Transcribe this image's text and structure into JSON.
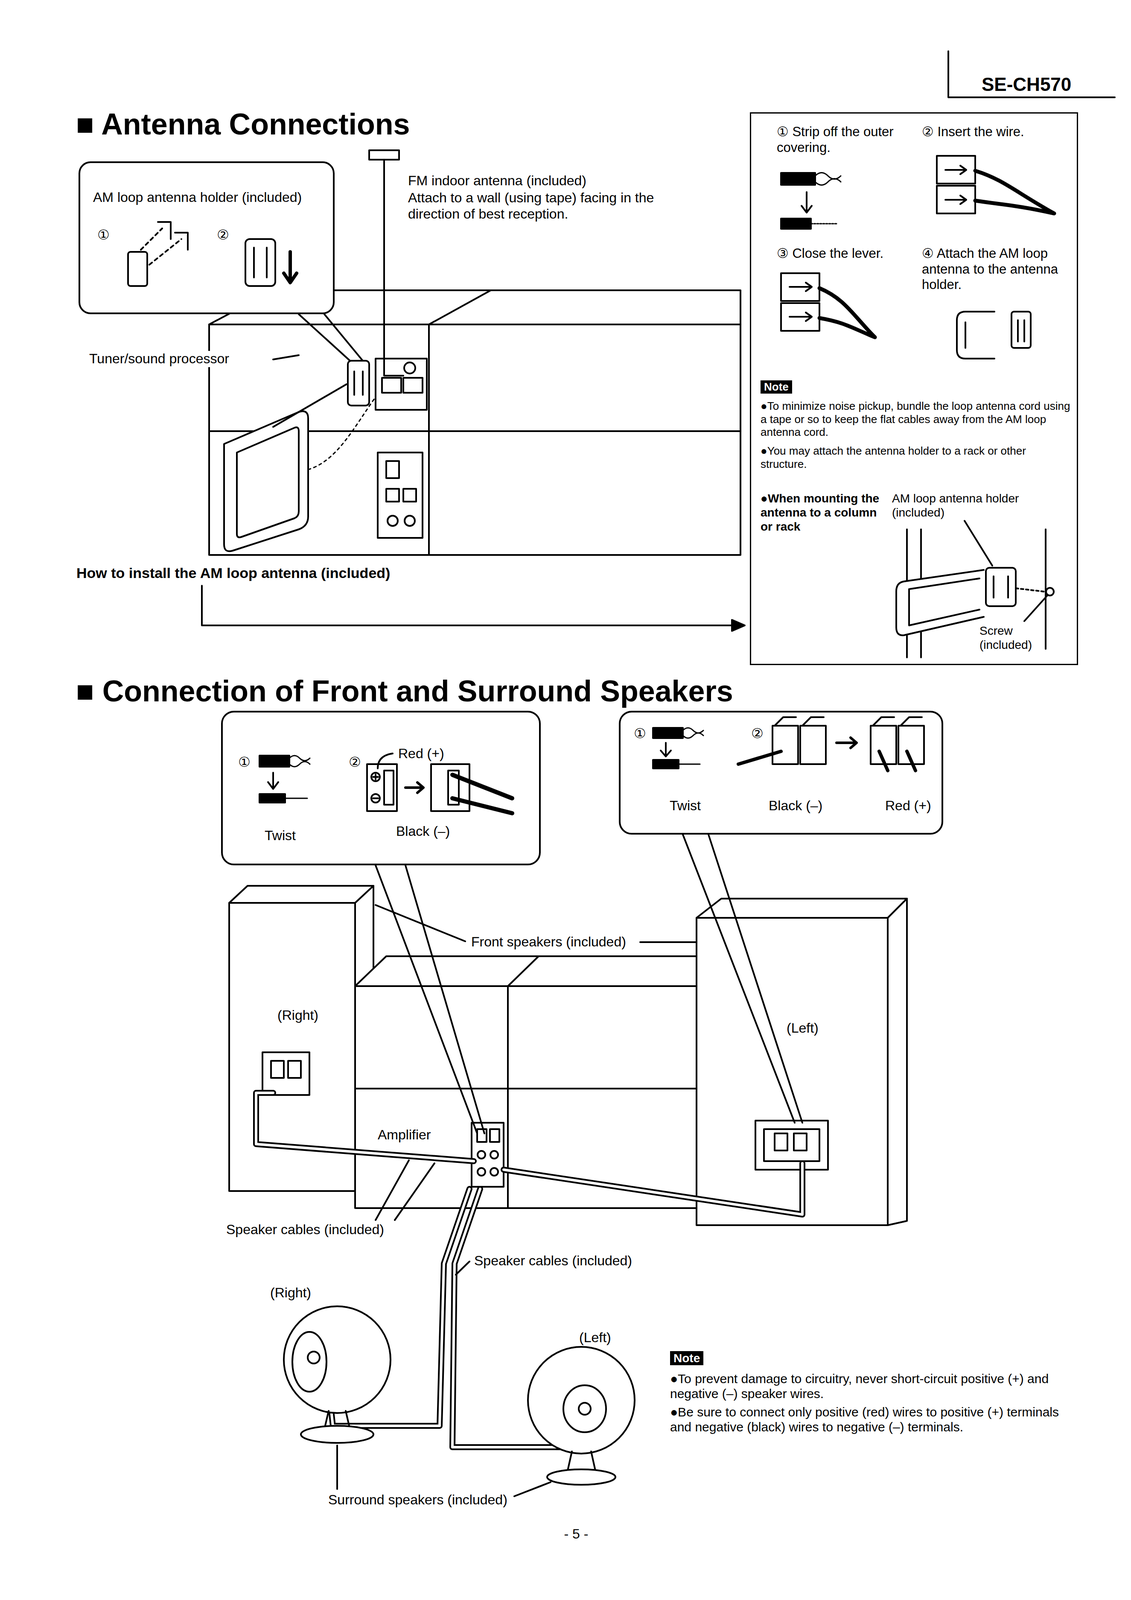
{
  "diagram": {
    "nodes": [
      {
        "text": [
          "AM loop antenna holder (included)",
          "①",
          "②"
        ]
      },
      {
        "text": [
          "① Strip off the outer covering.",
          "② Insert the wire.",
          "③ Close the lever.",
          "④ Attach the AM loop antenna to the antenna holder.",
          "Note",
          "●To minimize noise pickup, bundle the loop antenna cord using a tape or so to keep the flat cables away from the AM loop antenna cord.",
          "●You may attach the antenna holder to a rack or other structure.",
          "●When mounting the antenna to a column or rack",
          "AM loop antenna holder (included)",
          "Screw (included)"
        ]
      },
      {
        "text": [
          "①",
          "②",
          "Red (+)",
          "Twist",
          "Black (–)"
        ]
      },
      {
        "text": [
          "①",
          "②",
          "Twist",
          "Black (–)",
          "Red (+)"
        ]
      }
    ],
    "labels": [
      "SE-CH570",
      "■ Antenna Connections",
      "FM indoor antenna (included)",
      "Attach to a wall (using tape) facing in the direction of best reception.",
      "Tuner/sound processor",
      "How to install the AM loop antenna (included)",
      "■ Connection of Front and Surround Speakers",
      "Front speakers (included)",
      "(Right)",
      "(Left)",
      "Amplifier",
      "Speaker cables (included)",
      "Speaker cables (included)",
      "(Right)",
      "(Left)",
      "Surround speakers (included)",
      "Note",
      "●To prevent damage to circuitry, never short-circuit positive (+) and negative (–) speaker wires.",
      "●Be sure to connect only positive (red) wires to positive (+) terminals and negative (black) wires to negative (–) terminals.",
      "- 5 -"
    ]
  }
}
